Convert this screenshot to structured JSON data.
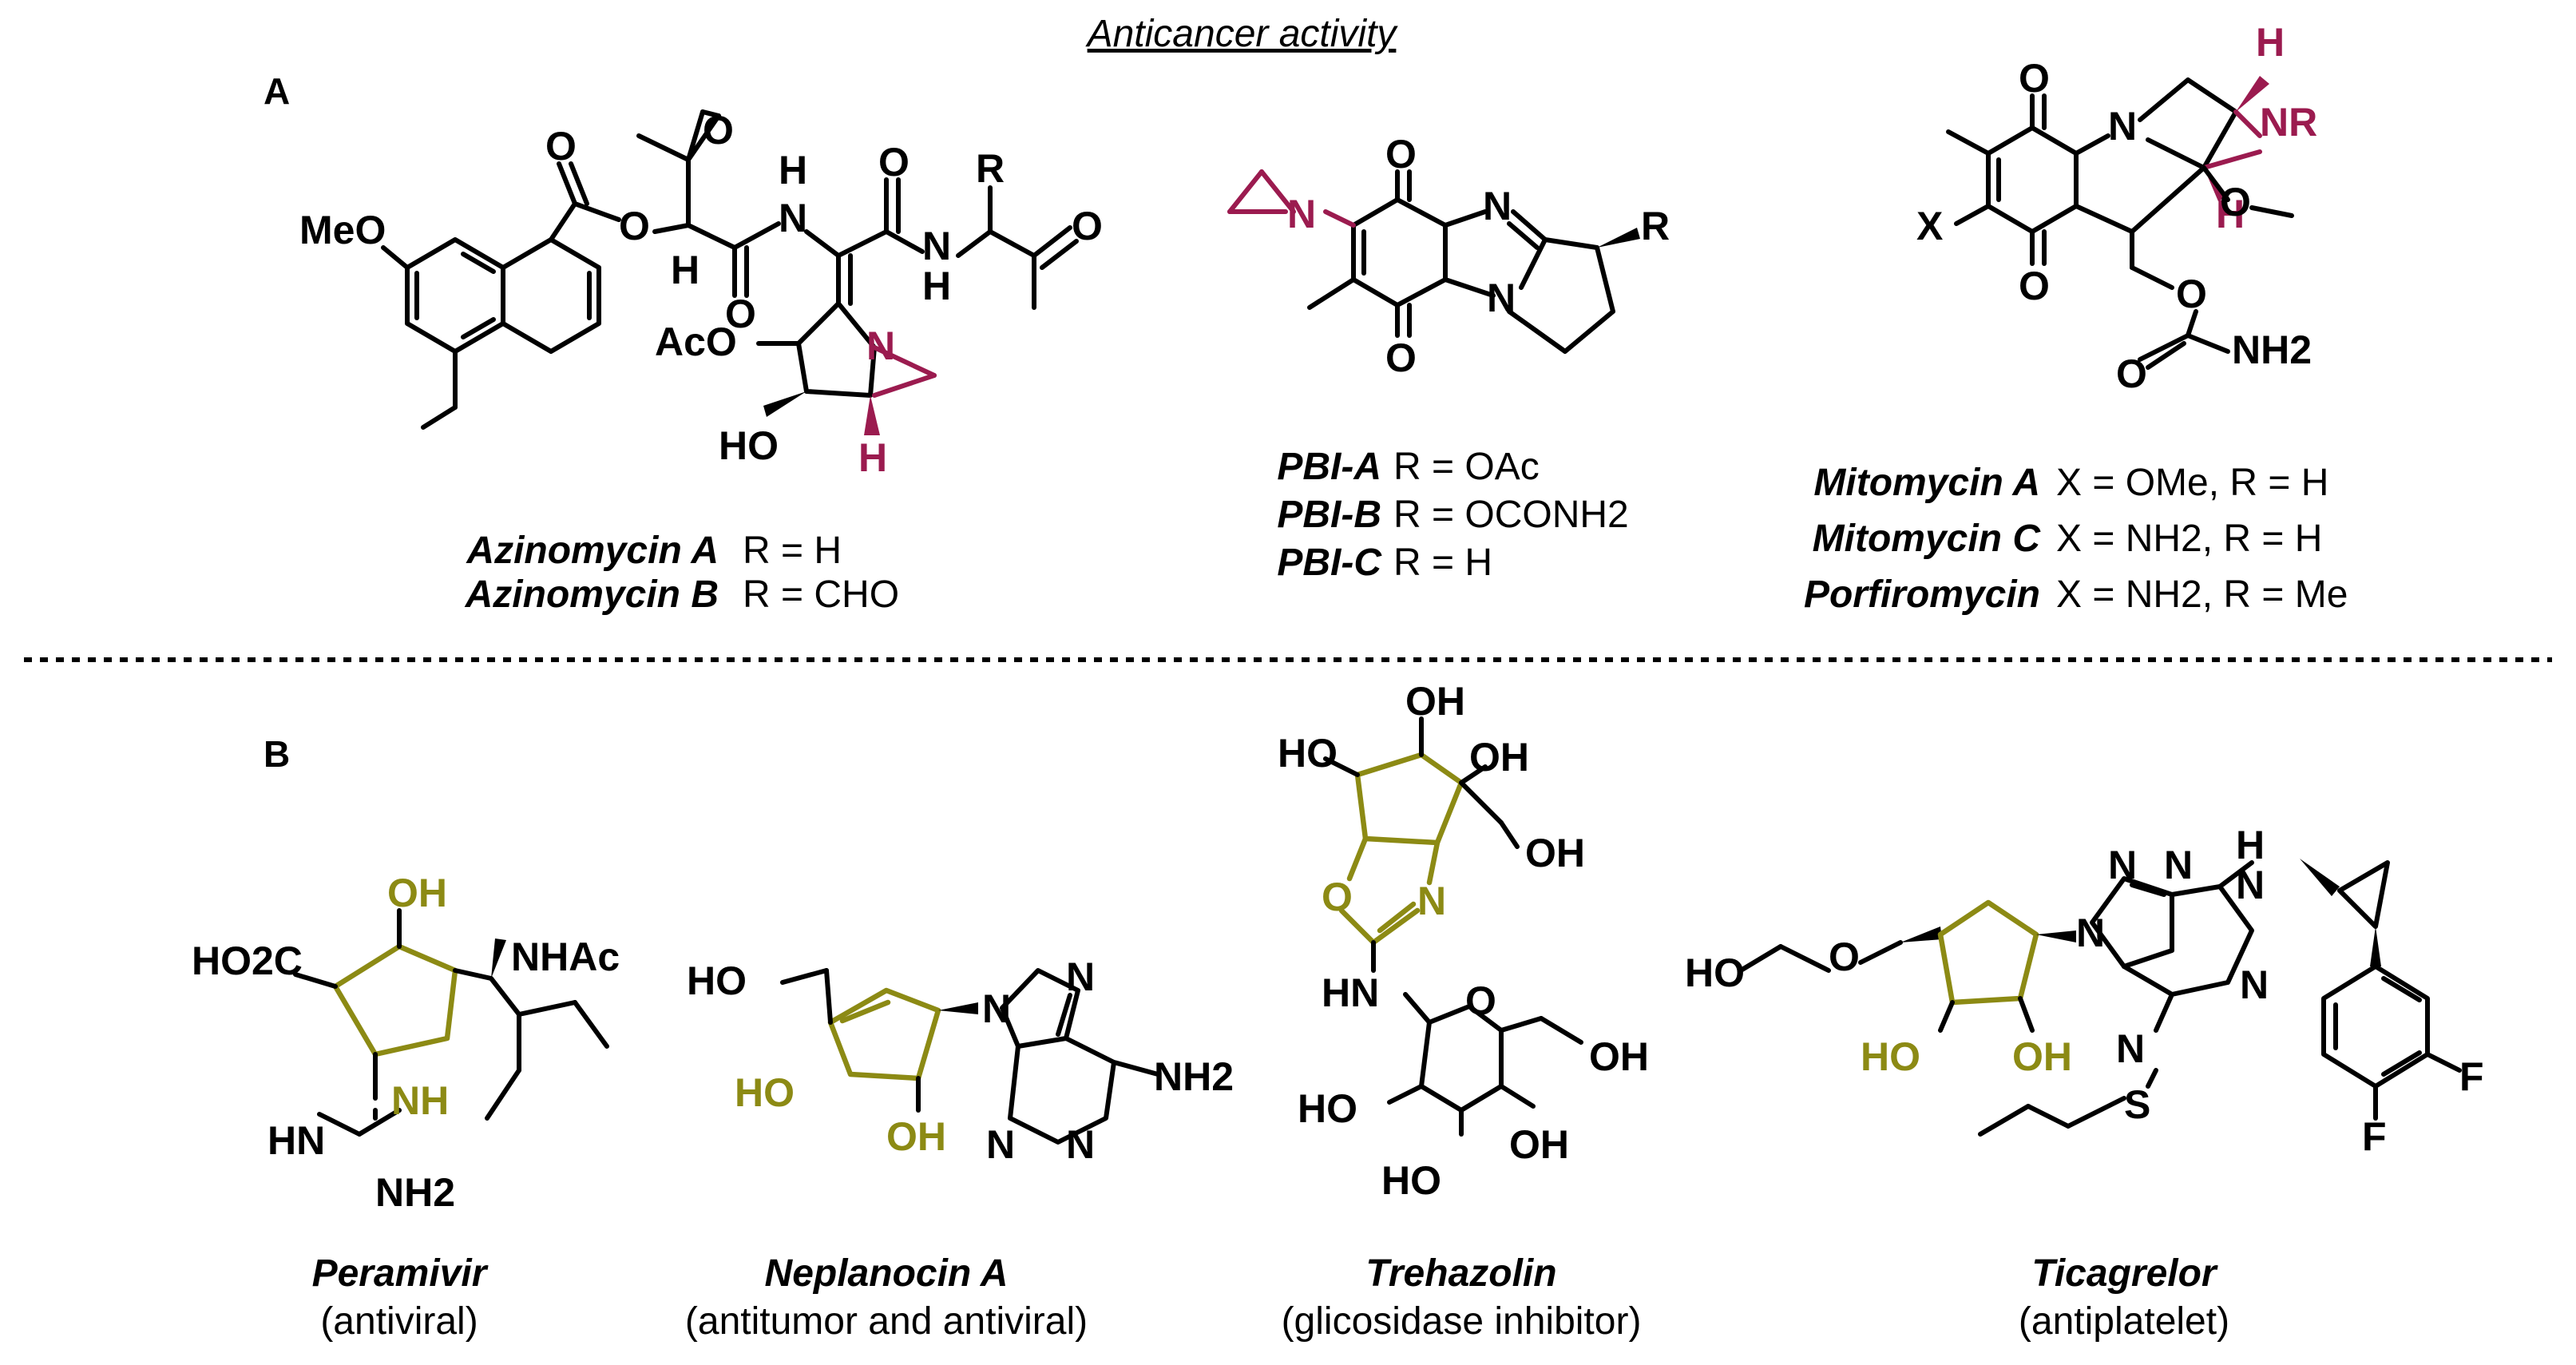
{
  "header": "Anticancer activity",
  "panels": {
    "a": "A",
    "b": "B"
  },
  "colors": {
    "aziridine": "#9b1b4f",
    "cyclopentane": "#8c8a14",
    "ink": "#000000"
  },
  "section_a": {
    "azinomycin": {
      "labels": [
        {
          "name": "Azinomycin A",
          "def": "R = H"
        },
        {
          "name": "Azinomycin B",
          "def": "R = CHO"
        }
      ]
    },
    "pbi": {
      "labels": [
        {
          "name": "PBI-A",
          "def": "R = OAc"
        },
        {
          "name": "PBI-B",
          "def": "R = OCONH2"
        },
        {
          "name": "PBI-C",
          "def": "R = H"
        }
      ]
    },
    "mitomycin": {
      "labels": [
        {
          "name": "Mitomycin A",
          "def": "X = OMe, R = H"
        },
        {
          "name": "Mitomycin C",
          "def": "X = NH2,  R = H"
        },
        {
          "name": "Porfiromycin",
          "def": "X = NH2,  R = Me"
        }
      ]
    }
  },
  "section_b": {
    "compounds": [
      {
        "name": "Peramivir",
        "activity": "(antiviral)"
      },
      {
        "name": "Neplanocin A",
        "activity": "(antitumor and antiviral)"
      },
      {
        "name": "Trehazolin",
        "activity": "(glicosidase inhibitor)"
      },
      {
        "name": "Ticagrelor",
        "activity": "(antiplatelet)"
      }
    ]
  },
  "atoms": {
    "meo": "MeO",
    "o": "O",
    "h": "H",
    "n": "N",
    "r": "R",
    "aco": "AcO",
    "ho": "HO",
    "nr": "NR",
    "x": "X",
    "nh2": "NH2",
    "oh": "OH",
    "ho2c": "HO2C",
    "nhac": "NHAc",
    "hn": "HN",
    "nh": "NH",
    "s": "S",
    "f": "F"
  }
}
